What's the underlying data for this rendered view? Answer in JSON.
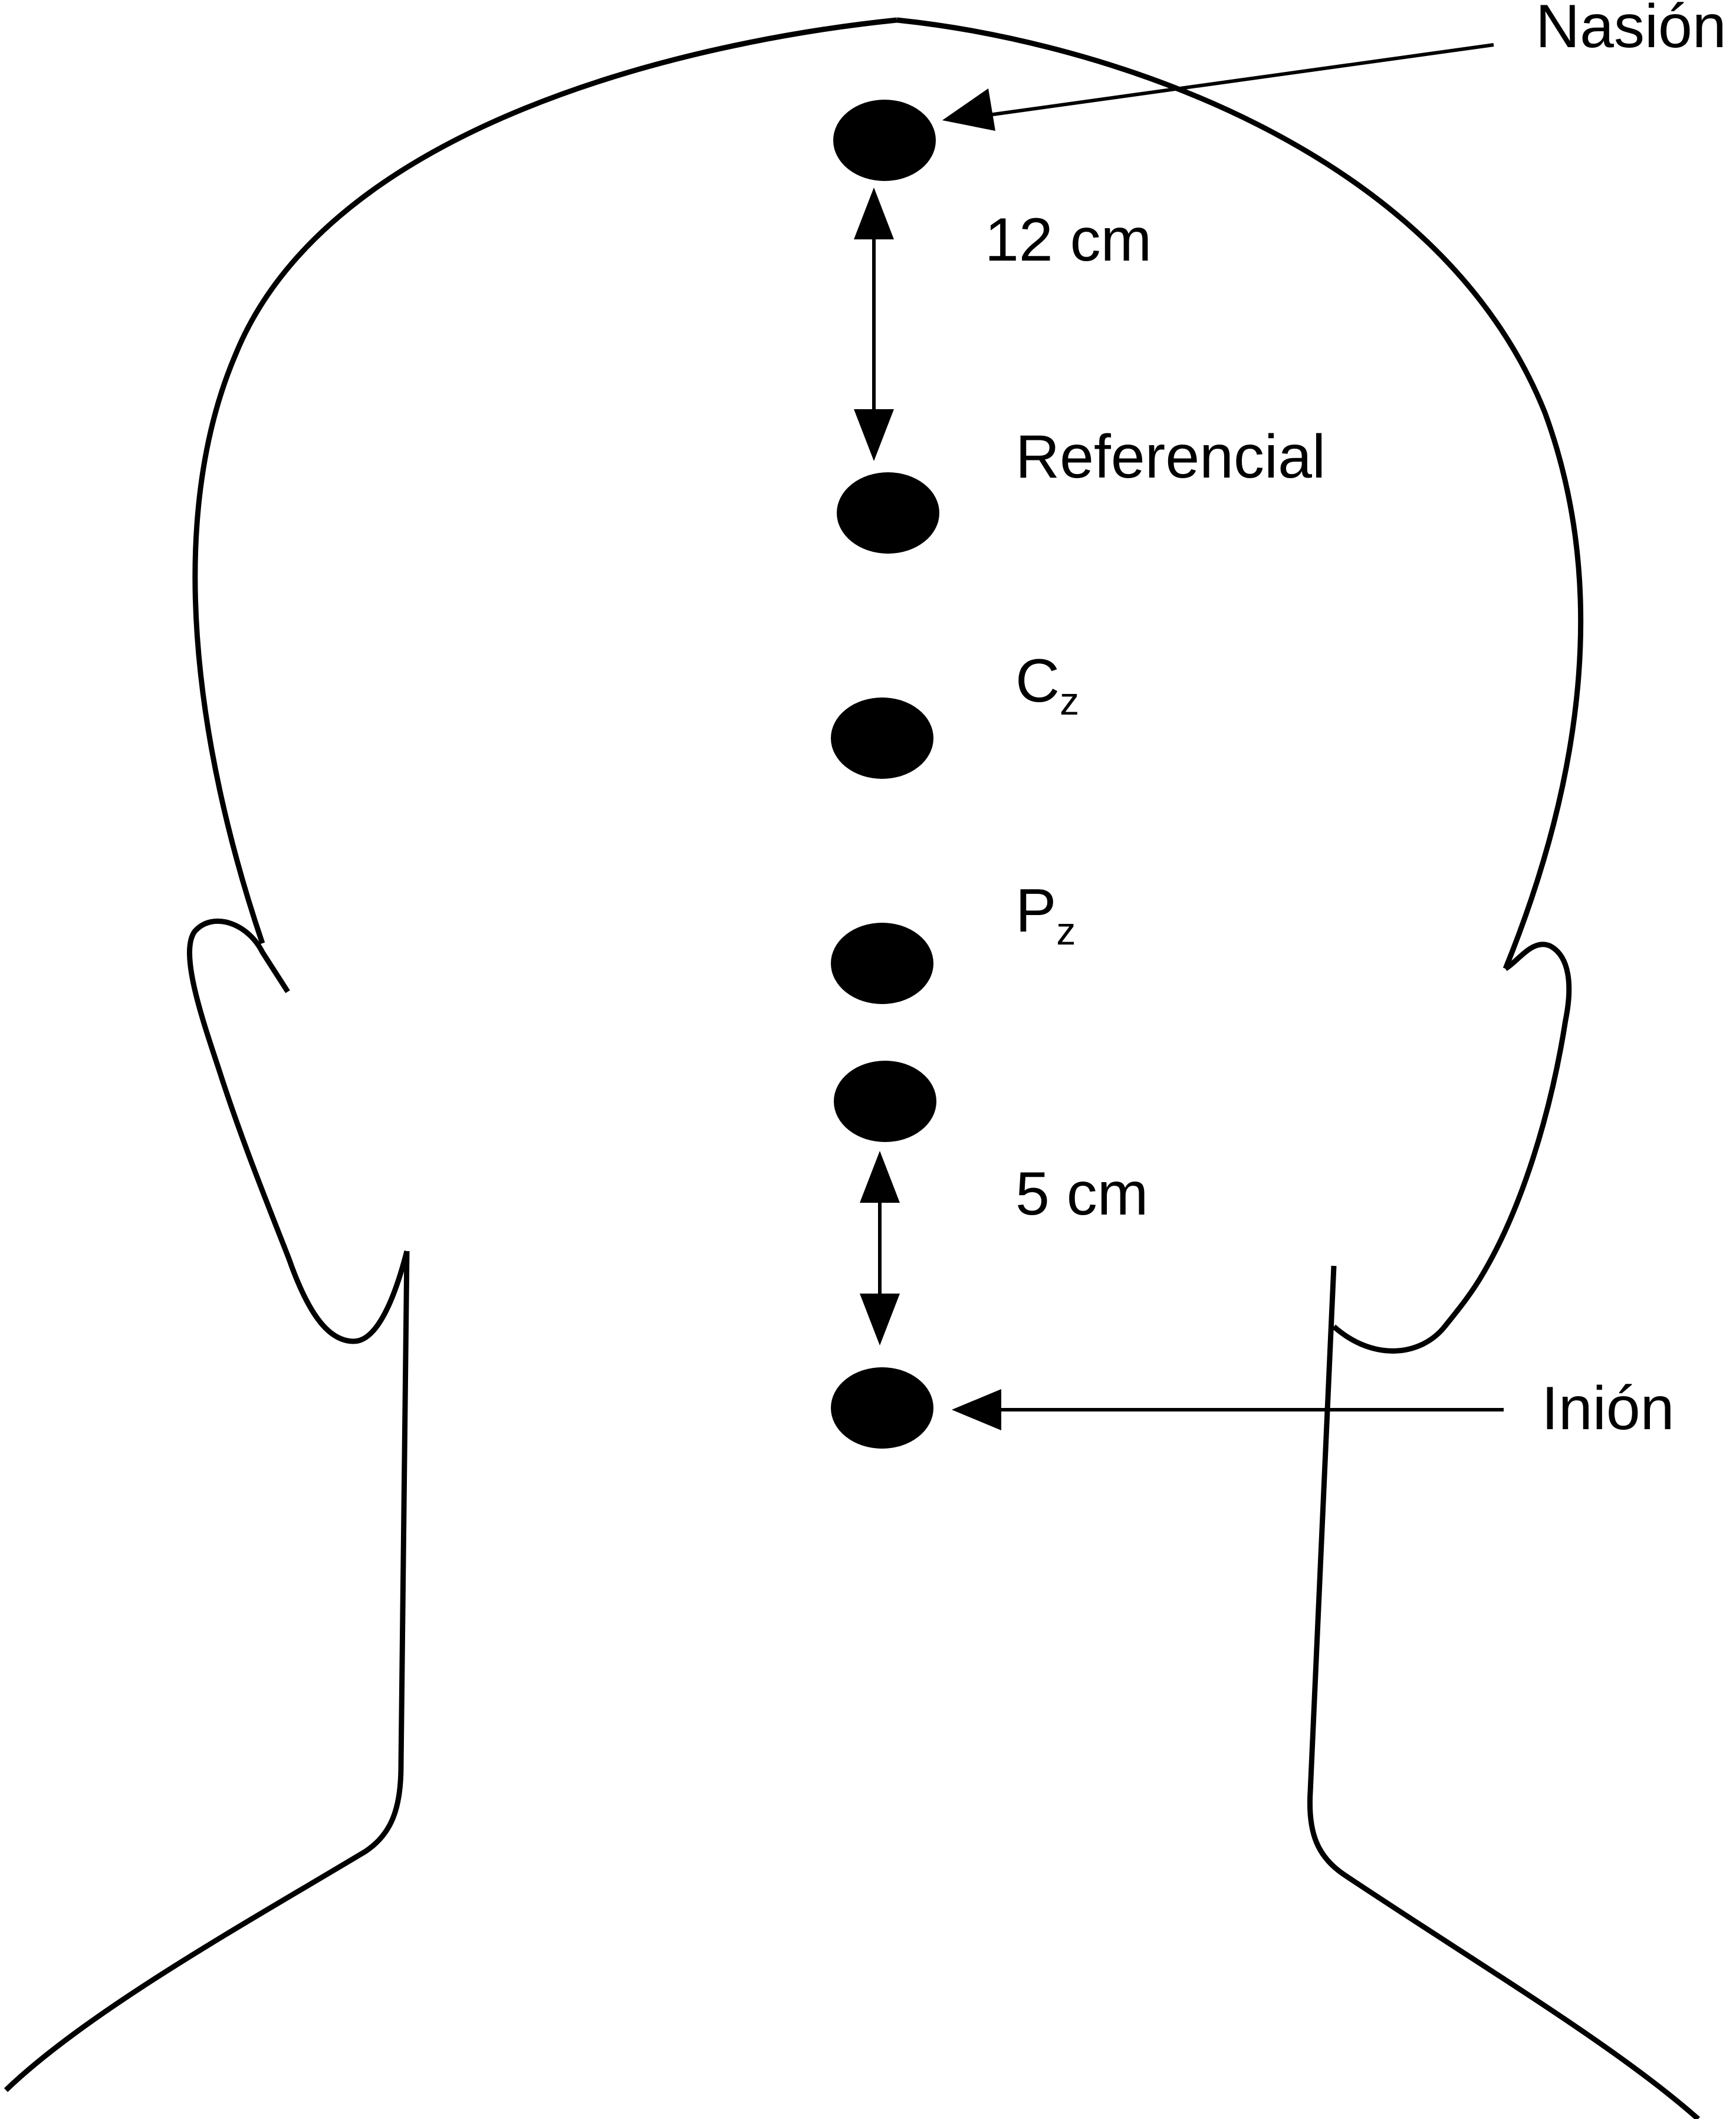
{
  "diagram": {
    "labels": {
      "nasion": "Nasión",
      "distance_top": "12 cm",
      "referencial": "Referencial",
      "cz_letter": "C",
      "cz_sub": "z",
      "pz_letter": "P",
      "pz_sub": "z",
      "distance_bottom": "5 cm",
      "inion": "Inión"
    },
    "colors": {
      "ink": "#000000",
      "background": "#ffffff"
    }
  }
}
